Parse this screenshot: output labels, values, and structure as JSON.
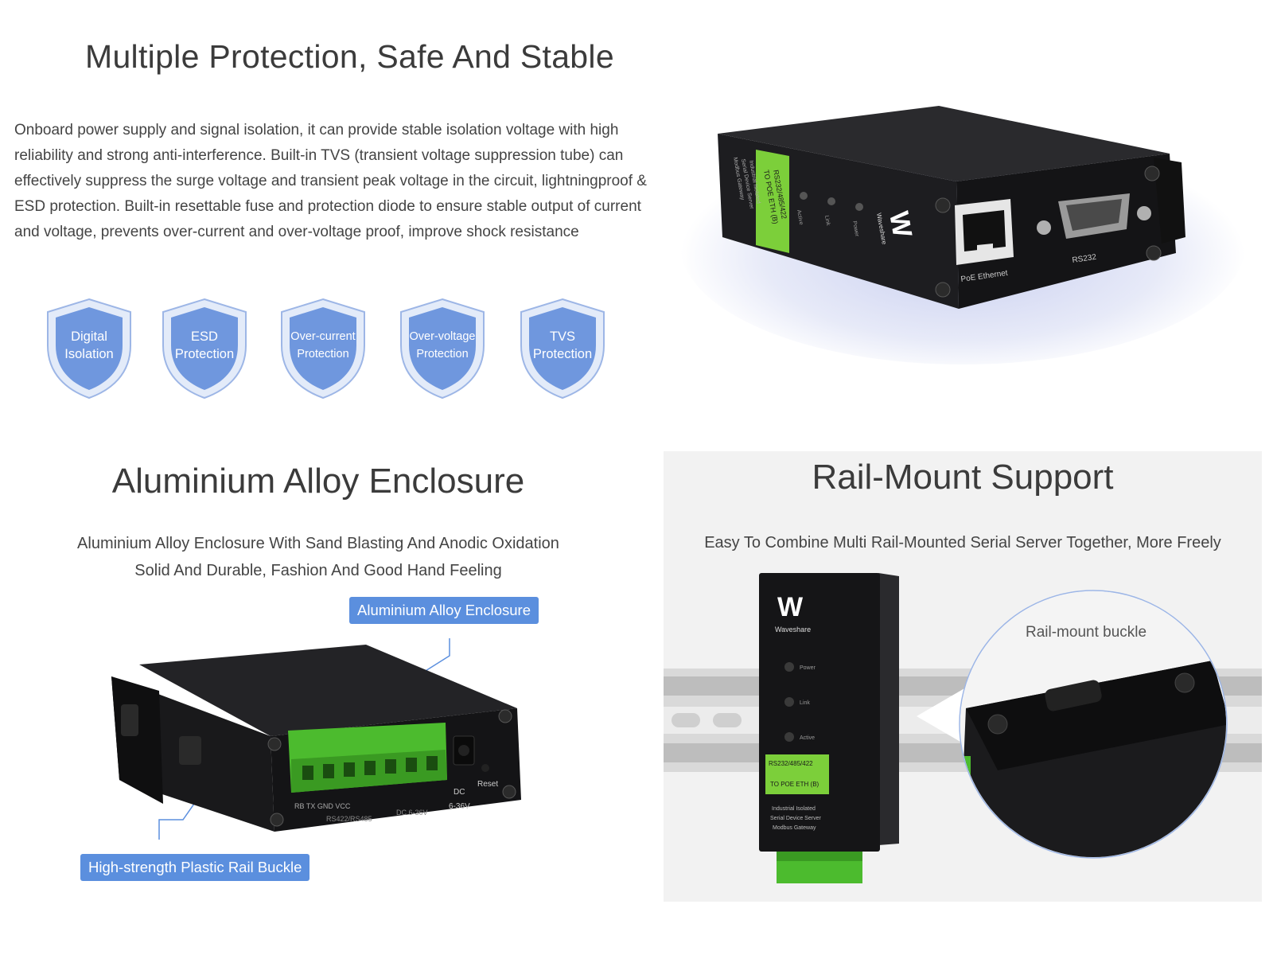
{
  "section1": {
    "title": "Multiple Protection, Safe And Stable",
    "body": "Onboard power supply and signal isolation, it can provide stable isolation voltage with high reliability and strong anti-interference. Built-in TVS (transient voltage suppression tube) can effectively suppress the surge voltage and transient peak voltage in the circuit, lightningproof & ESD protection. Built-in resettable fuse and protection diode to ensure stable output of current and voltage, prevents over-current and over-voltage proof, improve shock resistance",
    "badges": [
      {
        "line1": "Digital",
        "line2": "Isolation"
      },
      {
        "line1": "ESD",
        "line2": "Protection"
      },
      {
        "line1": "Over-current",
        "line2": "Protection"
      },
      {
        "line1": "Over-voltage",
        "line2": "Protection"
      },
      {
        "line1": "TVS",
        "line2": "Protection"
      }
    ],
    "device": {
      "brand": "Waveshare",
      "leds": [
        "Active",
        "Link",
        "Power"
      ],
      "label_line1": "RS232/485/422",
      "label_line2": "TO POE ETH (B)",
      "desc1": "Industrial Isolated",
      "desc2": "Serial Device Server",
      "desc3": "Modbus Gateway",
      "port1": "PoE Ethernet",
      "port2": "RS232"
    }
  },
  "section2": {
    "title": "Aluminium Alloy Enclosure",
    "subtitle_line1": "Aluminium Alloy Enclosure With Sand Blasting And Anodic Oxidation",
    "subtitle_line2": "Solid And Durable, Fashion And Good Hand Feeling",
    "callout_top": "Aluminium Alloy Enclosure",
    "callout_bottom": "High-strength Plastic Rail Buckle",
    "device": {
      "reset": "Reset",
      "dc": "DC",
      "voltage": "6-36V",
      "term_label": "RS422/RS485",
      "term_sub": "DC 6-36V",
      "pins": "RB  TX  GND  VCC"
    }
  },
  "section3": {
    "title": "Rail-Mount Support",
    "subtitle": "Easy To Combine Multi Rail-Mounted Serial Server Together, More Freely",
    "buckle_label": "Rail-mount buckle",
    "device": {
      "brand": "Waveshare",
      "leds": [
        "Power",
        "Link",
        "Active"
      ],
      "label_line1": "RS232/485/422",
      "label_line2": "TO POE ETH (B)",
      "desc1": "Industrial Isolated",
      "desc2": "Serial Device Server",
      "desc3": "Modbus Gateway"
    }
  },
  "colors": {
    "badge": "#6f97de",
    "callout": "#5b8fde",
    "device_body": "#1c1c1e",
    "terminal_green": "#4cbb2e",
    "label_green": "#7ccf3a"
  }
}
